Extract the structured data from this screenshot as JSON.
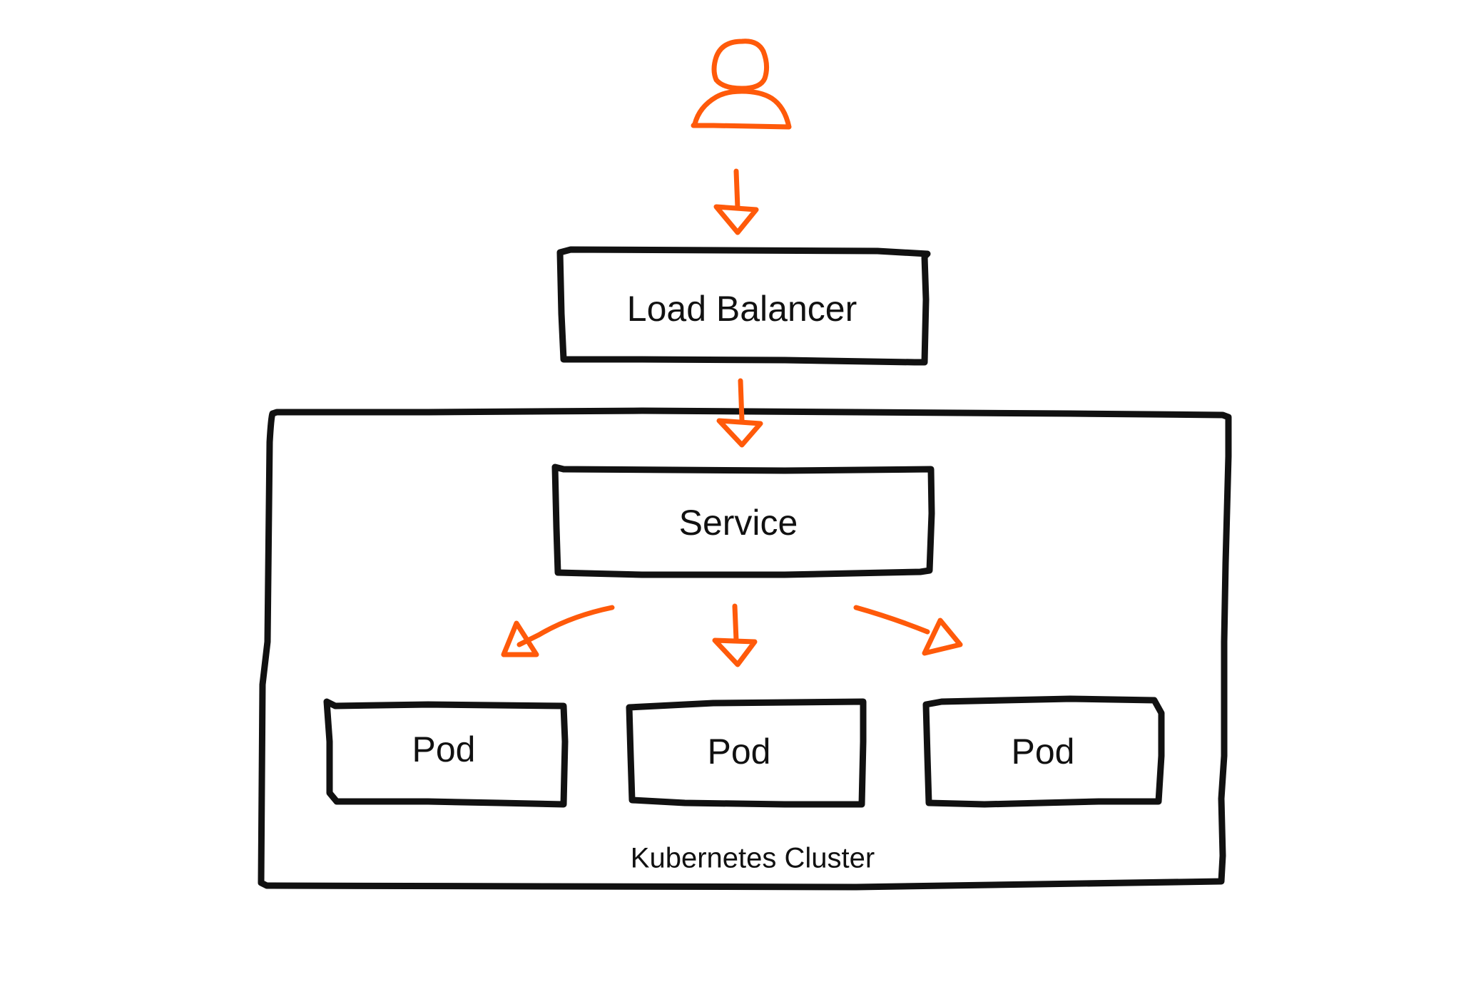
{
  "colors": {
    "accent": "#FF5A0A",
    "stroke": "#111111",
    "background": "#FFFFFF"
  },
  "icons": {
    "user": "user-icon"
  },
  "nodes": {
    "load_balancer": "Load Balancer",
    "service": "Service",
    "pod_1": "Pod",
    "pod_2": "Pod",
    "pod_3": "Pod"
  },
  "cluster": {
    "label": "Kubernetes Cluster"
  }
}
